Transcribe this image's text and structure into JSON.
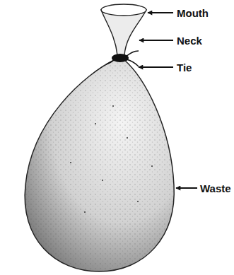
{
  "diagram": {
    "labels": [
      "Mouth",
      "Neck",
      "Tie",
      "Waste"
    ]
  }
}
